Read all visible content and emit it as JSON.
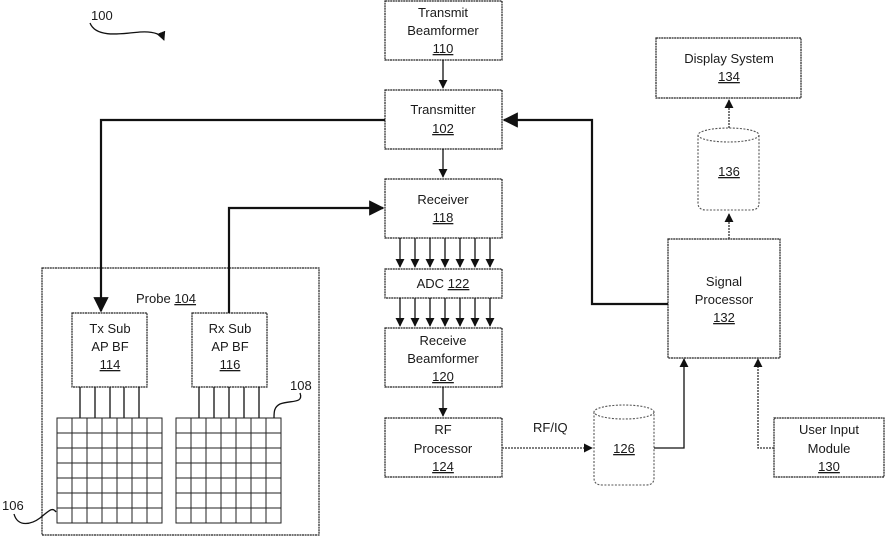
{
  "figure": {
    "ref_label": "100"
  },
  "blocks": {
    "transmit_beamformer": {
      "line1": "Transmit",
      "line2": "Beamformer",
      "ref": "110"
    },
    "transmitter": {
      "line1": "Transmitter",
      "ref": "102"
    },
    "receiver": {
      "line1": "Receiver",
      "ref": "118"
    },
    "adc": {
      "line1": "ADC",
      "ref": "122"
    },
    "receive_beamformer": {
      "line1": "Receive",
      "line2": "Beamformer",
      "ref": "120"
    },
    "rf_processor": {
      "line1": "RF",
      "line2": "Processor",
      "ref": "124"
    },
    "display_system": {
      "line1": "Display System",
      "ref": "134"
    },
    "signal_processor": {
      "line1": "Signal",
      "line2": "Processor",
      "ref": "132"
    },
    "user_input_module": {
      "line1": "User Input",
      "line2": "Module",
      "ref": "130"
    },
    "probe": {
      "line1": "Probe",
      "ref": "104"
    },
    "tx_sub": {
      "line1": "Tx Sub",
      "line2": "AP BF",
      "ref": "114"
    },
    "rx_sub": {
      "line1": "Rx Sub",
      "line2": "AP BF",
      "ref": "116"
    }
  },
  "storage": {
    "buffer_126": {
      "ref": "126"
    },
    "archive_136": {
      "ref": "136"
    }
  },
  "labels": {
    "rf_iq": "RF/IQ",
    "tx_array_ref": "106",
    "rx_array_ref": "108"
  },
  "arrays": {
    "rows": 7,
    "cols": 7
  }
}
